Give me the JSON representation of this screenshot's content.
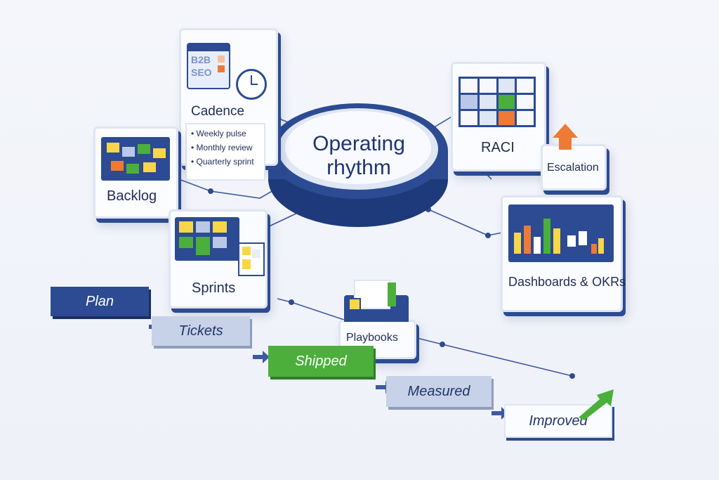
{
  "hub": {
    "line1": "Operating",
    "line2": "rhythm"
  },
  "cadence": {
    "title": "Cadence",
    "calendar_lines": [
      "B2B",
      "SEO"
    ],
    "items": [
      "Weekly pulse",
      "Monthly review",
      "Quarterly sprint"
    ]
  },
  "backlog": {
    "title": "Backlog"
  },
  "sprints": {
    "title": "Sprints"
  },
  "raci": {
    "title": "RACI"
  },
  "escalation": {
    "title": "Escalation"
  },
  "dashboards": {
    "title": "Dashboards & OKRs"
  },
  "playbooks": {
    "title": "Playbooks"
  },
  "flow": {
    "steps": [
      "Plan",
      "Tickets",
      "Shipped",
      "Measured",
      "Improved"
    ]
  },
  "colors": {
    "navy": "#2c4b92",
    "green": "#4caf3c",
    "orange": "#ee7a35",
    "yellow": "#f7d64a",
    "light_blue": "#b9c8e6"
  },
  "icons": [
    "calendar-icon",
    "clock-icon",
    "arrow-up-icon",
    "trend-up-arrow-icon",
    "checkmark-icon",
    "folder-icon"
  ]
}
